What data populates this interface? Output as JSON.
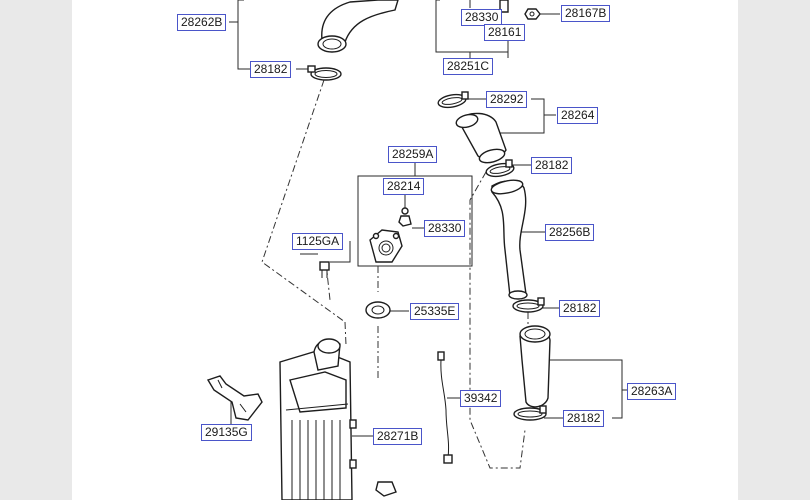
{
  "diagram": {
    "labels": {
      "l28262B": "28262B",
      "l28182_top": "28182",
      "l28330_top": "28330",
      "l28167B": "28167B",
      "l28161": "28161",
      "l28251C": "28251C",
      "l28292": "28292",
      "l28264": "28264",
      "l28182_b": "28182",
      "l28259A": "28259A",
      "l28214": "28214",
      "l28330_mid": "28330",
      "l1125GA": "1125GA",
      "l28256B": "28256B",
      "l25335E": "25335E",
      "l28182_c": "28182",
      "l28263A": "28263A",
      "l39342": "39342",
      "l28182_d": "28182",
      "l29135G": "29135G",
      "l28271B": "28271B"
    },
    "colors": {
      "page_bg": "#e9e9e9",
      "sheet_bg": "#ffffff",
      "label_border": "#4a55c9",
      "line": "#2a2a2a"
    }
  }
}
